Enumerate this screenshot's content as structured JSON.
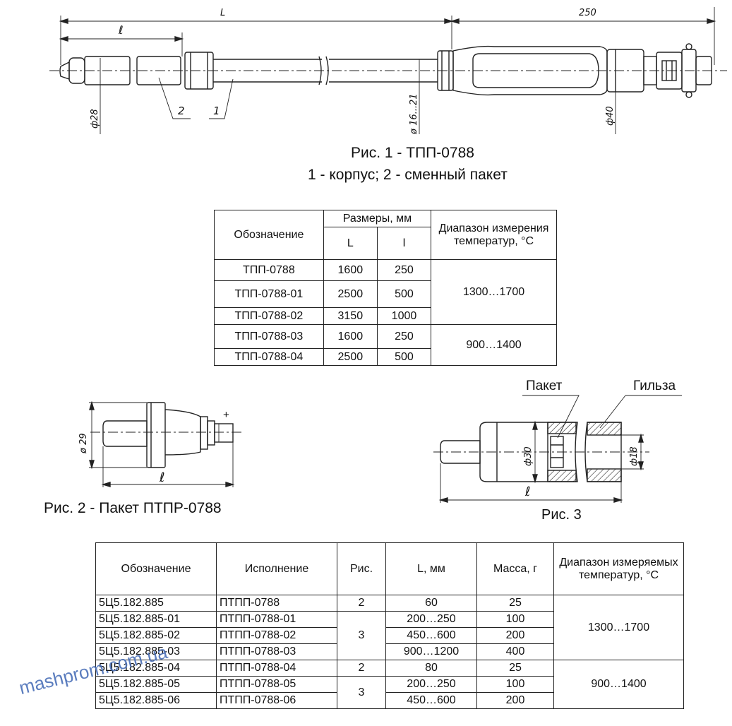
{
  "fig1": {
    "caption_line1": "Рис. 1 - ТПП-0788",
    "caption_line2": "1 - корпус; 2 - сменный пакет",
    "dim_L": "L",
    "dim_l": "ℓ",
    "dim_250": "250",
    "dim_d28": "ф28",
    "dim_d16": "ø 16...21",
    "dim_d40": "ф40",
    "callout_1": "1",
    "callout_2": "2"
  },
  "table1": {
    "h_designation": "Обозначение",
    "h_sizes": "Размеры, мм",
    "h_L": "L",
    "h_l": "l",
    "h_range": "Диапазон измерения температур, °С",
    "rows": [
      {
        "d": "ТПП-0788",
        "L": "1600",
        "l": "250"
      },
      {
        "d": "ТПП-0788-01",
        "L": "2500",
        "l": "500"
      },
      {
        "d": "ТПП-0788-02",
        "L": "3150",
        "l": "1000"
      },
      {
        "d": "ТПП-0788-03",
        "L": "1600",
        "l": "250"
      },
      {
        "d": "ТПП-0788-04",
        "L": "2500",
        "l": "500"
      }
    ],
    "range_a": "1300…1700",
    "range_b": "900…1400"
  },
  "fig2": {
    "caption": "Рис. 2 - Пакет ПТПР-0788",
    "dim_d29": "ø 29",
    "dim_l": "ℓ",
    "plus": "+"
  },
  "fig3": {
    "caption": "Рис. 3",
    "label_paket": "Пакет",
    "label_gilza": "Гильза",
    "dim_d30": "ф30",
    "dim_d18": "ф18",
    "dim_l": "ℓ"
  },
  "table2": {
    "h_designation": "Обозначение",
    "h_version": "Исполнение",
    "h_fig": "Рис.",
    "h_L": "L, мм",
    "h_mass": "Масса, г",
    "h_range": "Диапазон измеряемых температур, °С",
    "rows": [
      {
        "d": "5Ц5.182.885",
        "v": "ПТПП-0788",
        "L": "60",
        "m": "25"
      },
      {
        "d": "5Ц5.182.885-01",
        "v": "ПТПП-0788-01",
        "L": "200…250",
        "m": "100"
      },
      {
        "d": "5Ц5.182.885-02",
        "v": "ПТПП-0788-02",
        "L": "450…600",
        "m": "200"
      },
      {
        "d": "5Ц5.182.885-03",
        "v": "ПТПП-0788-03",
        "L": "900…1200",
        "m": "400"
      },
      {
        "d": "5Ц5.182.885-04",
        "v": "ПТПП-0788-04",
        "L": "80",
        "m": "25"
      },
      {
        "d": "5Ц5.182.885-05",
        "v": "ПТПП-0788-05",
        "L": "200…250",
        "m": "100"
      },
      {
        "d": "5Ц5.182.885-06",
        "v": "ПТПП-0788-06",
        "L": "450…600",
        "m": "200"
      }
    ],
    "fig_a": "2",
    "fig_b": "3",
    "fig_c": "2",
    "fig_d": "3",
    "range_a": "1300…1700",
    "range_b": "900…1400"
  },
  "watermark": "mashprom.com.ua"
}
